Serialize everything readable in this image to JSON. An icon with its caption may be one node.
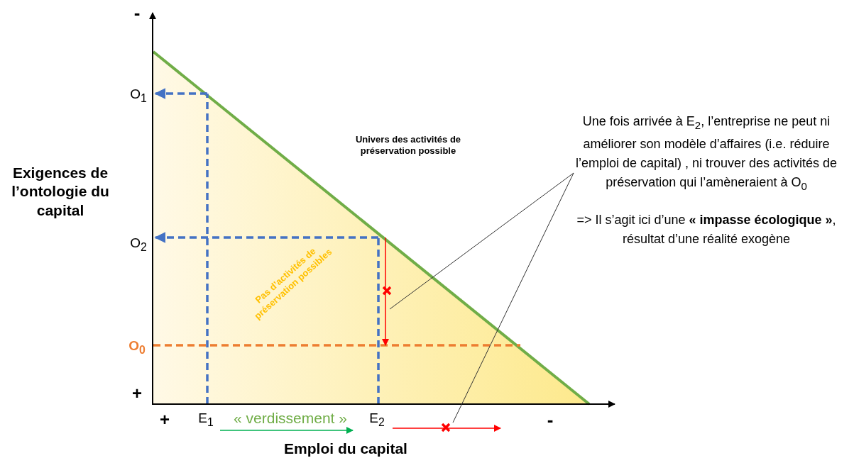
{
  "diagram": {
    "nodes": [
      {
        "text": [],
        "shape": "arrow"
      },
      {
        "text": [],
        "shape": "arrow"
      },
      {
        "text": [
          "Une fois arrivée à E$_{2}$, l’entreprise ne peut ni améliorer son modèle d’affaires (i.e. réduire l’emploi de capital) , ni trouver des activités de préservation qui l’amèneraient à O$_{0}$",
          "=> Il s’agit ici d’une **« impasse écologique »**, résultat d’une réalité exogène"
        ]
      }
    ],
    "edges": [
      {
        "from": 2,
        "to": 0,
        "arrow": "none"
      },
      {
        "from": 2,
        "to": 1,
        "arrow": "none"
      }
    ],
    "labels": [
      "-",
      "O$_{1}$",
      "Univers des activités de préservation possible",
      "Exigences de l’ontologie du capital",
      "O$_{2}$",
      "Pas d’activités de préservation possibles",
      "O$_{0}$",
      "+",
      "+",
      "E$_{1}$",
      "« verdissement »",
      "E$_{2}$",
      "-",
      "Emploi du capital"
    ]
  }
}
